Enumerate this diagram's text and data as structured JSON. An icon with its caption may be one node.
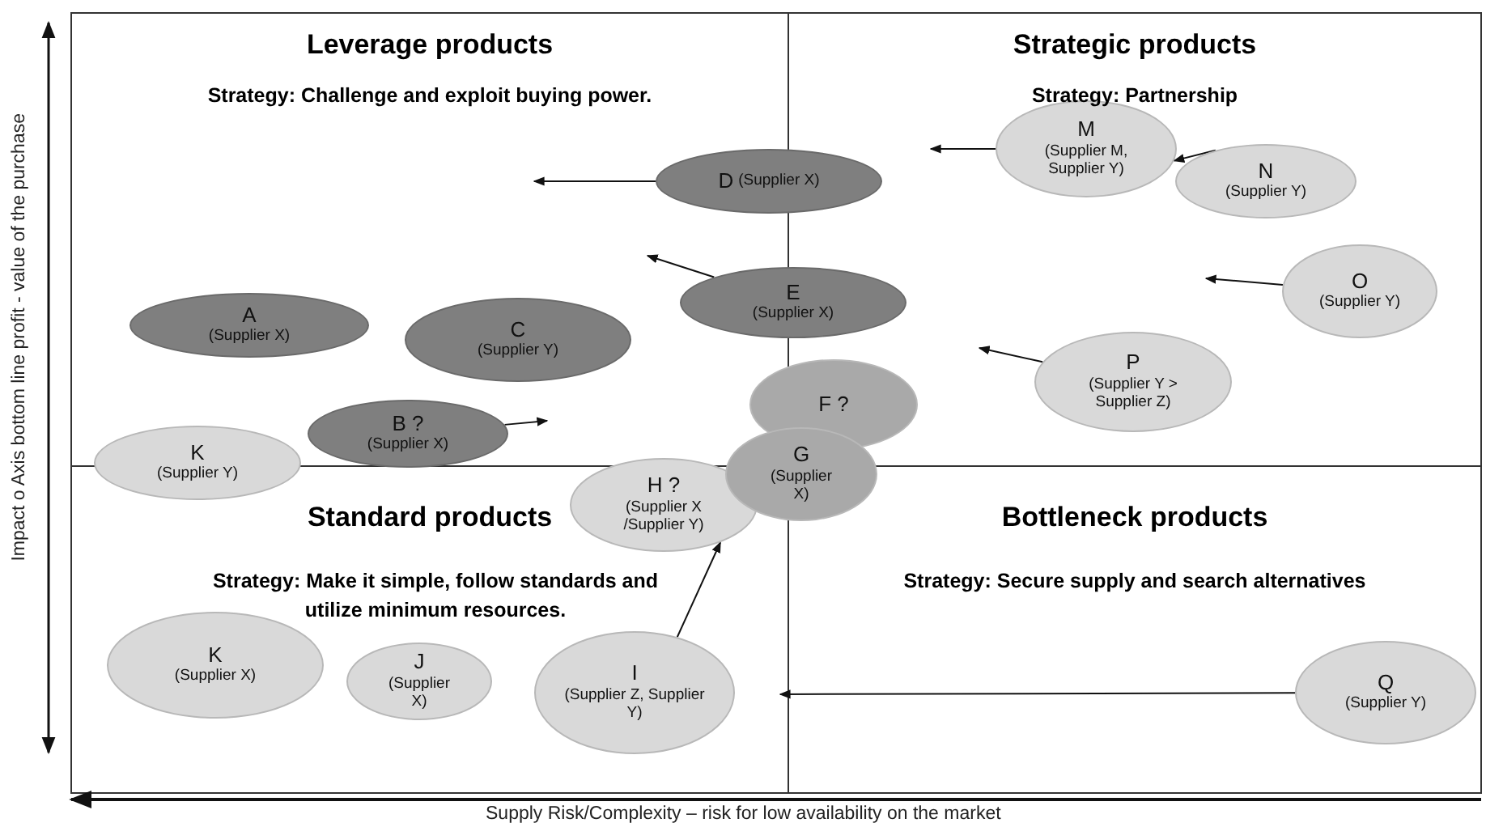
{
  "diagram": {
    "nodes": [
      {
        "text": [
          "M",
          "(Supplier M, Supplier Y)"
        ]
      },
      {
        "text": [
          "D",
          "(Supplier X)"
        ]
      },
      {
        "text": [
          "N",
          "(Supplier Y)"
        ]
      },
      {
        "text": [
          "O",
          "(Supplier Y)"
        ]
      },
      {
        "text": [
          "A",
          "(Supplier X)"
        ]
      },
      {
        "text": [
          "C",
          "(Supplier Y)"
        ]
      },
      {
        "text": [
          "E",
          "(Supplier X)"
        ]
      },
      {
        "text": [
          "P",
          "(Supplier Y > Supplier Z)"
        ]
      },
      {
        "text": [
          "F ?"
        ]
      },
      {
        "text": [
          "K",
          "(Supplier Y)"
        ]
      },
      {
        "text": [
          "B ?",
          "(Supplier X)"
        ]
      },
      {
        "text": [
          "H ?",
          "(Supplier X /Supplier Y)"
        ]
      },
      {
        "text": [
          "G",
          "(Supplier X)"
        ]
      },
      {
        "text": [
          "K",
          "(Supplier X)"
        ]
      },
      {
        "text": [
          "J",
          "(Supplier X)"
        ]
      },
      {
        "text": [
          "I",
          "(Supplier Z, Supplier Y)"
        ]
      },
      {
        "text": [
          "Q",
          "(Supplier Y)"
        ]
      }
    ],
    "edges": [
      {
        "from": 0,
        "to": null,
        "arrow": "to"
      },
      {
        "from": 1,
        "to": null,
        "arrow": "to"
      },
      {
        "from": 2,
        "to": 0,
        "arrow": "to"
      },
      {
        "from": 3,
        "to": null,
        "arrow": "to"
      },
      {
        "from": 6,
        "to": null,
        "arrow": "to"
      },
      {
        "from": 7,
        "to": null,
        "arrow": "to"
      },
      {
        "from": 10,
        "to": null,
        "arrow": "to"
      },
      {
        "from": 15,
        "to": 11,
        "arrow": "to"
      },
      {
        "from": 16,
        "to": null,
        "arrow": "to"
      }
    ],
    "labels": [
      "Leverage products",
      "Strategy: Challenge and exploit buying power.",
      "Strategic products",
      "Strategy: Partnership",
      "Standard products",
      "Strategy: Make it simple, follow standards and utilize minimum resources.",
      "Bottleneck products",
      "Strategy: Secure supply and search alternatives",
      "Impact o Axis bottom line profit -  value of the purchase",
      "Supply Risk/Complexity – risk for low availability on the market"
    ]
  }
}
